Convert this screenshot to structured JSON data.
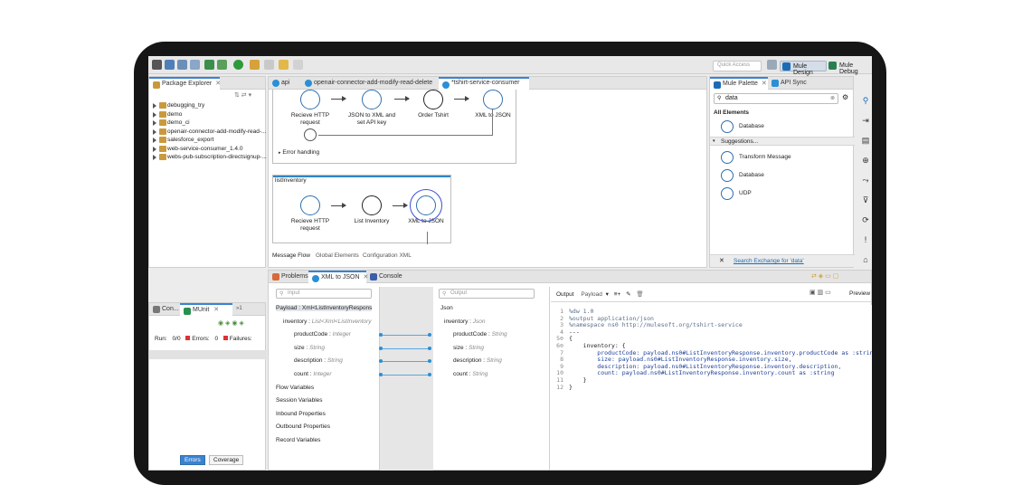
{
  "toolbar": {
    "quick_access": "Quick Access"
  },
  "perspectives": [
    {
      "label": "Mule Design"
    },
    {
      "label": "Mule Debug"
    }
  ],
  "package_explorer": {
    "title": "Package Explorer",
    "items": [
      "debugging_try",
      "demo",
      "demo_ci",
      "openair-connector-add-modify-read-...",
      "salesforce_export",
      "web-service-consumer_1.4.0",
      "webs-pub-subscription-directsignup-..."
    ]
  },
  "editor_tabs": [
    {
      "label": "api"
    },
    {
      "label": "openair-connector-add-modify-read-delete"
    },
    {
      "label": "*tshirt-service-consumer"
    }
  ],
  "flow1": {
    "nodes": [
      "Recieve HTTP request",
      "JSON to XML and set API key",
      "Order Tshirt",
      "XML to JSON"
    ],
    "error_handling": "Error handling"
  },
  "flow2": {
    "title": "listInventory",
    "nodes": [
      "Recieve HTTP request",
      "List Inventory",
      "XML to JSON"
    ]
  },
  "editor_subtabs": [
    "Message Flow",
    "Global Elements",
    "Configuration XML"
  ],
  "palette": {
    "tabs": [
      "Mule Palette",
      "API Sync"
    ],
    "search_value": "data",
    "all_elements": "All Elements",
    "all_items": [
      "Database"
    ],
    "suggestions": "Suggestions...",
    "suggestion_items": [
      "Transform Message",
      "Database",
      "UDP"
    ],
    "exchange_link": "Search Exchange for 'data'"
  },
  "munit": {
    "tabs": [
      "Con...",
      "MUnit"
    ],
    "run_label": "Run:",
    "run_value": "0/0",
    "errors_label": "Errors:",
    "errors_value": "0",
    "failures_label": "Failures:",
    "bottom_tabs": [
      "Errors",
      "Coverage"
    ]
  },
  "bottom_tabs": [
    "Problems",
    "XML to JSON",
    "Console"
  ],
  "transform": {
    "input_placeholder": "Input",
    "output_placeholder": "Output",
    "input_rows": [
      {
        "label": "Payload : Xml<ListInventoryRespons"
      },
      {
        "label": "inventory : ",
        "type": "List<Xml<ListInventory"
      },
      {
        "label": "productCode : ",
        "type": "Integer"
      },
      {
        "label": "size : ",
        "type": "String"
      },
      {
        "label": "description : ",
        "type": "String"
      },
      {
        "label": "count : ",
        "type": "Integer"
      },
      {
        "label": "Flow Variables"
      },
      {
        "label": "Session Variables"
      },
      {
        "label": "Inbound Properties"
      },
      {
        "label": "Outbound Properties"
      },
      {
        "label": "Record Variables"
      }
    ],
    "output_rows": [
      {
        "label": "Json"
      },
      {
        "label": "inventory : ",
        "type": "Json"
      },
      {
        "label": "productCode : ",
        "type": "String"
      },
      {
        "label": "size : ",
        "type": "String"
      },
      {
        "label": "description : ",
        "type": "String"
      },
      {
        "label": "count : ",
        "type": "String"
      }
    ],
    "output_label": "Output",
    "payload_label": "Payload",
    "preview_label": "Preview"
  },
  "code_lines": [
    {
      "n": "1",
      "t": "%dw 1.0"
    },
    {
      "n": "2",
      "t": "%output application/json"
    },
    {
      "n": "3",
      "t": "%namespace ns0 http://mulesoft.org/tshirt-service"
    },
    {
      "n": "4",
      "t": "---"
    },
    {
      "n": "5⊖",
      "t": "{"
    },
    {
      "n": "6⊖",
      "t": "    inventory: {"
    },
    {
      "n": "7",
      "t": "        productCode: payload.ns0#ListInventoryResponse.inventory.productCode as :strin"
    },
    {
      "n": "8",
      "t": "        size: payload.ns0#ListInventoryResponse.inventory.size,"
    },
    {
      "n": "9",
      "t": "        description: payload.ns0#ListInventoryResponse.inventory.description,"
    },
    {
      "n": "10",
      "t": "        count: payload.ns0#ListInventoryResponse.inventory.count as :string"
    },
    {
      "n": "11",
      "t": "    }"
    },
    {
      "n": "12",
      "t": "}"
    }
  ]
}
